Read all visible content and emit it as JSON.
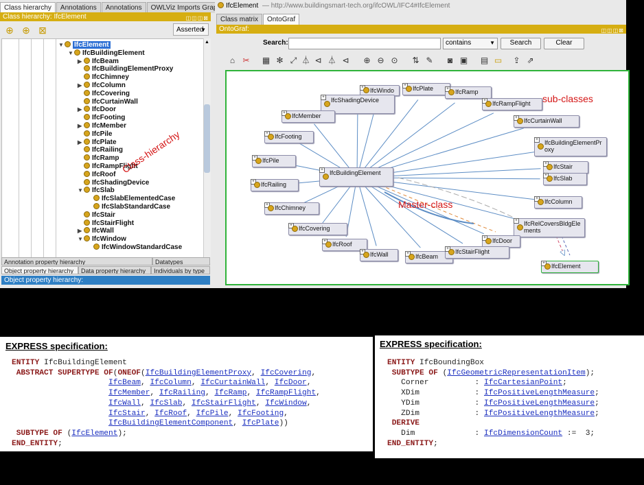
{
  "left": {
    "tabs": [
      "Class hierarchy",
      "Annotations",
      "Annotations",
      "OWLViz Imports Graph"
    ],
    "title": "Class hierarchy: IfcElement",
    "asserted": "Asserted",
    "tree": [
      {
        "label": "IfcElement",
        "depth": 0,
        "expanded": true,
        "selected": true
      },
      {
        "label": "IfcBuildingElement",
        "depth": 1,
        "expanded": true
      },
      {
        "label": "IfcBeam",
        "depth": 2,
        "collapsed": true
      },
      {
        "label": "IfcBuildingElementProxy",
        "depth": 2
      },
      {
        "label": "IfcChimney",
        "depth": 2
      },
      {
        "label": "IfcColumn",
        "depth": 2,
        "collapsed": true
      },
      {
        "label": "IfcCovering",
        "depth": 2
      },
      {
        "label": "IfcCurtainWall",
        "depth": 2
      },
      {
        "label": "IfcDoor",
        "depth": 2,
        "collapsed": true
      },
      {
        "label": "IfcFooting",
        "depth": 2
      },
      {
        "label": "IfcMember",
        "depth": 2,
        "collapsed": true
      },
      {
        "label": "IfcPile",
        "depth": 2
      },
      {
        "label": "IfcPlate",
        "depth": 2,
        "collapsed": true
      },
      {
        "label": "IfcRailing",
        "depth": 2
      },
      {
        "label": "IfcRamp",
        "depth": 2
      },
      {
        "label": "IfcRampFlight",
        "depth": 2
      },
      {
        "label": "IfcRoof",
        "depth": 2
      },
      {
        "label": "IfcShadingDevice",
        "depth": 2
      },
      {
        "label": "IfcSlab",
        "depth": 2,
        "expanded": true
      },
      {
        "label": "IfcSlabElementedCase",
        "depth": 3
      },
      {
        "label": "IfcSlabStandardCase",
        "depth": 3
      },
      {
        "label": "IfcStair",
        "depth": 2
      },
      {
        "label": "IfcStairFlight",
        "depth": 2
      },
      {
        "label": "IfcWall",
        "depth": 2,
        "collapsed": true
      },
      {
        "label": "IfcWindow",
        "depth": 2,
        "expanded": true
      },
      {
        "label": "IfcWindowStandardCase",
        "depth": 3
      }
    ],
    "annotation": "Class-hierarchy",
    "bottom_tabs_row1": [
      "Annotation property hierarchy",
      "Datatypes"
    ],
    "bottom_tabs_row2": [
      "Object property hierarchy",
      "Data property hierarchy",
      "Individuals by type"
    ],
    "bottom_title": "Object property hierarchy:"
  },
  "right": {
    "header_entity": "IfcElement",
    "header_url": "— http://www.buildingsmart-tech.org/ifcOWL/IFC4#IfcElement",
    "tabs": [
      "Class matrix",
      "OntoGraf"
    ],
    "panel_title": "OntoGraf:",
    "search_label": "Search:",
    "search_value": "",
    "match_mode": "contains",
    "search_button": "Search",
    "clear_button": "Clear",
    "annotations": {
      "sub": "sub-classes",
      "master": "Master-class"
    },
    "graph_nodes": [
      {
        "label": "IfcBuildingElement"
      },
      {
        "label": "IfcWindow"
      },
      {
        "label": "IfcPlate"
      },
      {
        "label": "IfcRamp"
      },
      {
        "label": "IfcShadingDevice"
      },
      {
        "label": "IfcRampFlight"
      },
      {
        "label": "IfcMember"
      },
      {
        "label": "IfcCurtainWall"
      },
      {
        "label": "IfcFooting"
      },
      {
        "label": "IfcBuildingElementProxy"
      },
      {
        "label": "IfcPile"
      },
      {
        "label": "IfcStair"
      },
      {
        "label": "IfcRailing"
      },
      {
        "label": "IfcSlab"
      },
      {
        "label": "IfcColumn"
      },
      {
        "label": "IfcChimney"
      },
      {
        "label": "IfcCovering"
      },
      {
        "label": "IfcRelCoversBldgElements"
      },
      {
        "label": "IfcDoor"
      },
      {
        "label": "IfcRoof"
      },
      {
        "label": "IfcWall"
      },
      {
        "label": "IfcBeam"
      },
      {
        "label": "IfcStairFlight"
      },
      {
        "label": "IfcElement"
      }
    ]
  },
  "express_left": {
    "heading": "EXPRESS specification:",
    "lines": [
      [
        [
          "kw",
          "ENTITY "
        ],
        [
          "t",
          "IfcBuildingElement"
        ]
      ],
      [
        [
          "t",
          " "
        ],
        [
          "kw",
          "ABSTRACT SUPERTYPE OF"
        ],
        [
          "t",
          "("
        ],
        [
          "kw",
          "ONEOF"
        ],
        [
          "t",
          "("
        ],
        [
          "l",
          "IfcBuildingElementProxy"
        ],
        [
          "t",
          ", "
        ],
        [
          "l",
          "IfcCovering"
        ],
        [
          "t",
          ","
        ]
      ],
      [
        [
          "t",
          "                     "
        ],
        [
          "l",
          "IfcBeam"
        ],
        [
          "t",
          ", "
        ],
        [
          "l",
          "IfcColumn"
        ],
        [
          "t",
          ", "
        ],
        [
          "l",
          "IfcCurtainWall"
        ],
        [
          "t",
          ", "
        ],
        [
          "l",
          "IfcDoor"
        ],
        [
          "t",
          ","
        ]
      ],
      [
        [
          "t",
          "                     "
        ],
        [
          "l",
          "IfcMember"
        ],
        [
          "t",
          ", "
        ],
        [
          "l",
          "IfcRailing"
        ],
        [
          "t",
          ", "
        ],
        [
          "l",
          "IfcRamp"
        ],
        [
          "t",
          ", "
        ],
        [
          "l",
          "IfcRampFlight"
        ],
        [
          "t",
          ","
        ]
      ],
      [
        [
          "t",
          "                     "
        ],
        [
          "l",
          "IfcWall"
        ],
        [
          "t",
          ", "
        ],
        [
          "l",
          "IfcSlab"
        ],
        [
          "t",
          ", "
        ],
        [
          "l",
          "IfcStairFlight"
        ],
        [
          "t",
          ", "
        ],
        [
          "l",
          "IfcWindow"
        ],
        [
          "t",
          ","
        ]
      ],
      [
        [
          "t",
          "                     "
        ],
        [
          "l",
          "IfcStair"
        ],
        [
          "t",
          ", "
        ],
        [
          "l",
          "IfcRoof"
        ],
        [
          "t",
          ", "
        ],
        [
          "l",
          "IfcPile"
        ],
        [
          "t",
          ", "
        ],
        [
          "l",
          "IfcFooting"
        ],
        [
          "t",
          ","
        ]
      ],
      [
        [
          "t",
          "                     "
        ],
        [
          "l",
          "IfcBuildingElementComponent"
        ],
        [
          "t",
          ", "
        ],
        [
          "l",
          "IfcPlate"
        ],
        [
          "t",
          "))"
        ]
      ],
      [
        [
          "t",
          " "
        ],
        [
          "kw",
          "SUBTYPE OF"
        ],
        [
          "t",
          " ("
        ],
        [
          "l",
          "IfcElement"
        ],
        [
          "t",
          ");"
        ]
      ],
      [
        [
          "kw",
          "END_ENTITY"
        ],
        [
          "t",
          ";"
        ]
      ]
    ]
  },
  "express_right": {
    "heading": "EXPRESS specification:",
    "lines": [
      [
        [
          "kw",
          "ENTITY "
        ],
        [
          "t",
          "IfcBoundingBox"
        ]
      ],
      [
        [
          "t",
          " "
        ],
        [
          "kw",
          "SUBTYPE OF"
        ],
        [
          "t",
          " ("
        ],
        [
          "l",
          "IfcGeometricRepresentationItem"
        ],
        [
          "t",
          ");"
        ]
      ],
      [
        [
          "t",
          "   Corner          : "
        ],
        [
          "l",
          "IfcCartesianPoint"
        ],
        [
          "t",
          ";"
        ]
      ],
      [
        [
          "t",
          "   XDim            : "
        ],
        [
          "l",
          "IfcPositiveLengthMeasure"
        ],
        [
          "t",
          ";"
        ]
      ],
      [
        [
          "t",
          "   YDim            : "
        ],
        [
          "l",
          "IfcPositiveLengthMeasure"
        ],
        [
          "t",
          ";"
        ]
      ],
      [
        [
          "t",
          "   ZDim            : "
        ],
        [
          "l",
          "IfcPositiveLengthMeasure"
        ],
        [
          "t",
          ";"
        ]
      ],
      [
        [
          "t",
          " "
        ],
        [
          "kw",
          "DERIVE"
        ]
      ],
      [
        [
          "t",
          "   Dim             : "
        ],
        [
          "l",
          "IfcDimensionCount"
        ],
        [
          "t",
          " :=  3;"
        ]
      ],
      [
        [
          "kw",
          "END_ENTITY"
        ],
        [
          "t",
          ";"
        ]
      ]
    ]
  }
}
